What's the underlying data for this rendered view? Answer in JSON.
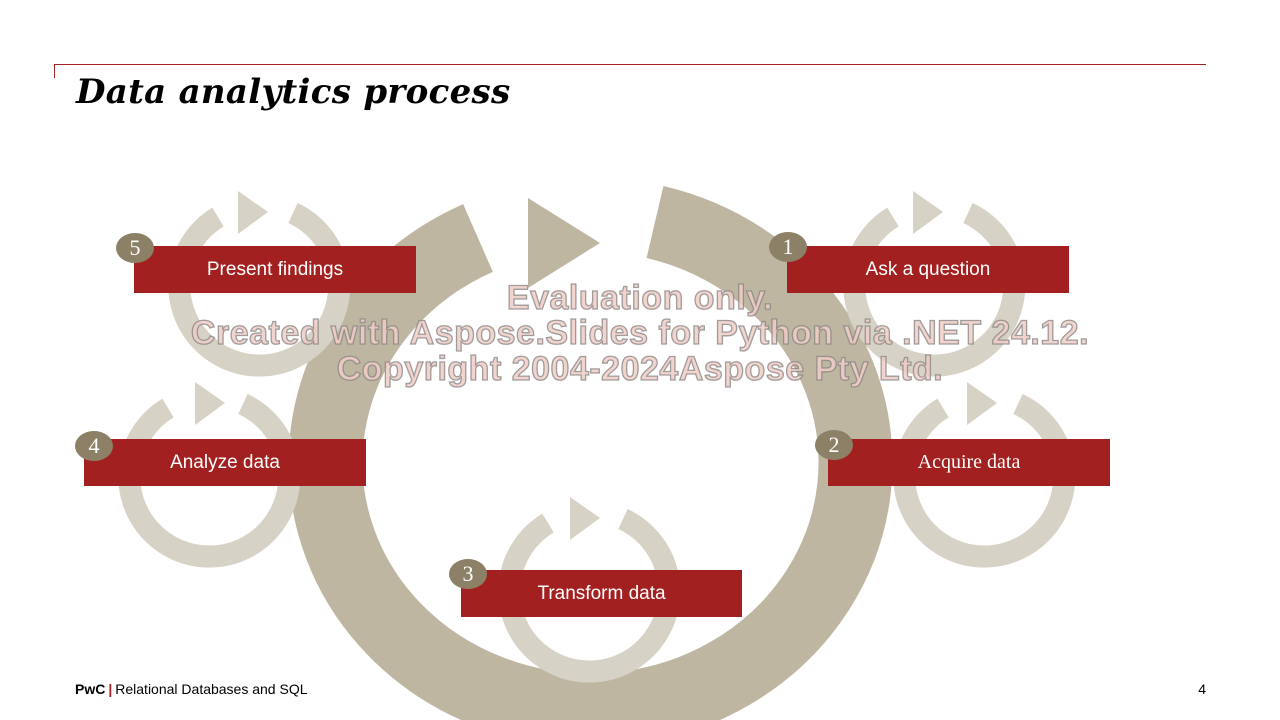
{
  "slide": {
    "title": "Data analytics process",
    "page_number": "4"
  },
  "footer": {
    "brand": "PwC",
    "separator": "|",
    "text": "Relational Databases and SQL"
  },
  "steps": [
    {
      "number": "1",
      "label": "Ask a question"
    },
    {
      "number": "2",
      "label": "Acquire data"
    },
    {
      "number": "3",
      "label": "Transform data"
    },
    {
      "number": "4",
      "label": "Analyze data"
    },
    {
      "number": "5",
      "label": "Present findings"
    }
  ],
  "watermark": {
    "line1": "Evaluation only.",
    "line2": "Created with Aspose.Slides for Python via .NET 24.12.",
    "line3": "Copyright 2004-2024Aspose Pty Ltd."
  },
  "colors": {
    "accent": "#a32020",
    "big_cycle": "#bfb6a2",
    "small_cycle": "#d7d2c6",
    "badge": "#8c8066"
  }
}
